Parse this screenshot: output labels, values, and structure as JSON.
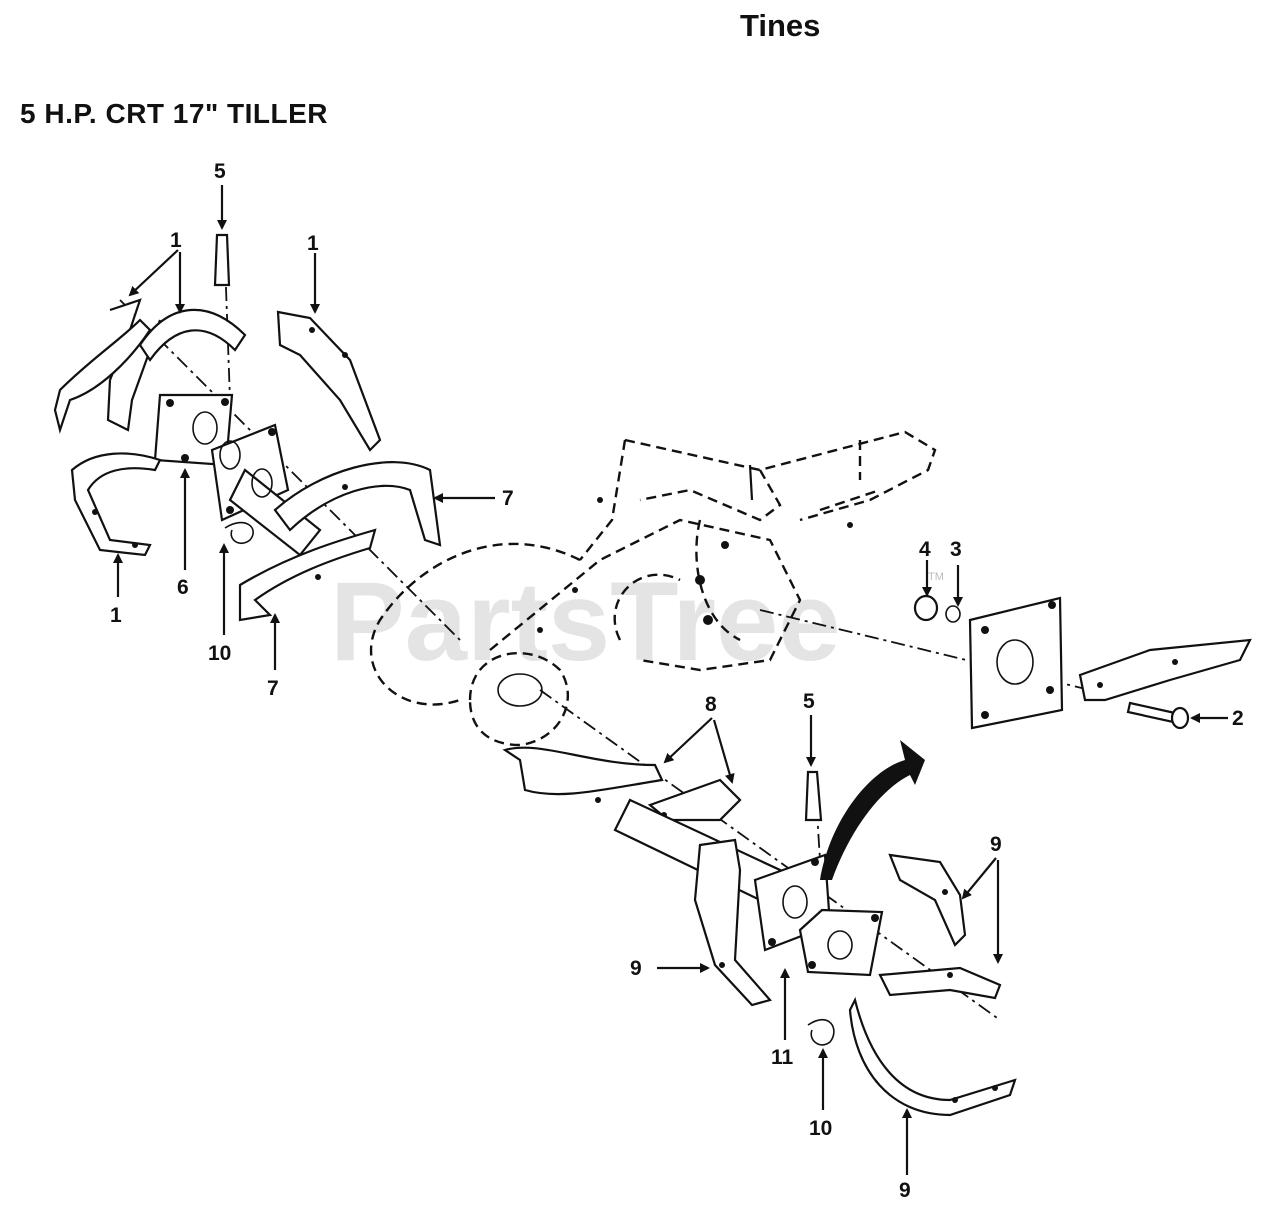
{
  "header": {
    "title": "Tines",
    "subtitle": "5 H.P. CRT 17\"  TILLER"
  },
  "watermark": {
    "text": "PartsTree",
    "trademark": "TM"
  },
  "callouts": {
    "c1a": "1",
    "c1b": "1",
    "c1c": "1",
    "c2": "2",
    "c3": "3",
    "c4": "4",
    "c5a": "5",
    "c5b": "5",
    "c6": "6",
    "c7a": "7",
    "c7b": "7",
    "c8": "8",
    "c9a": "9",
    "c9b": "9",
    "c9c": "9",
    "c10a": "10",
    "c10b": "10",
    "c11": "11"
  }
}
